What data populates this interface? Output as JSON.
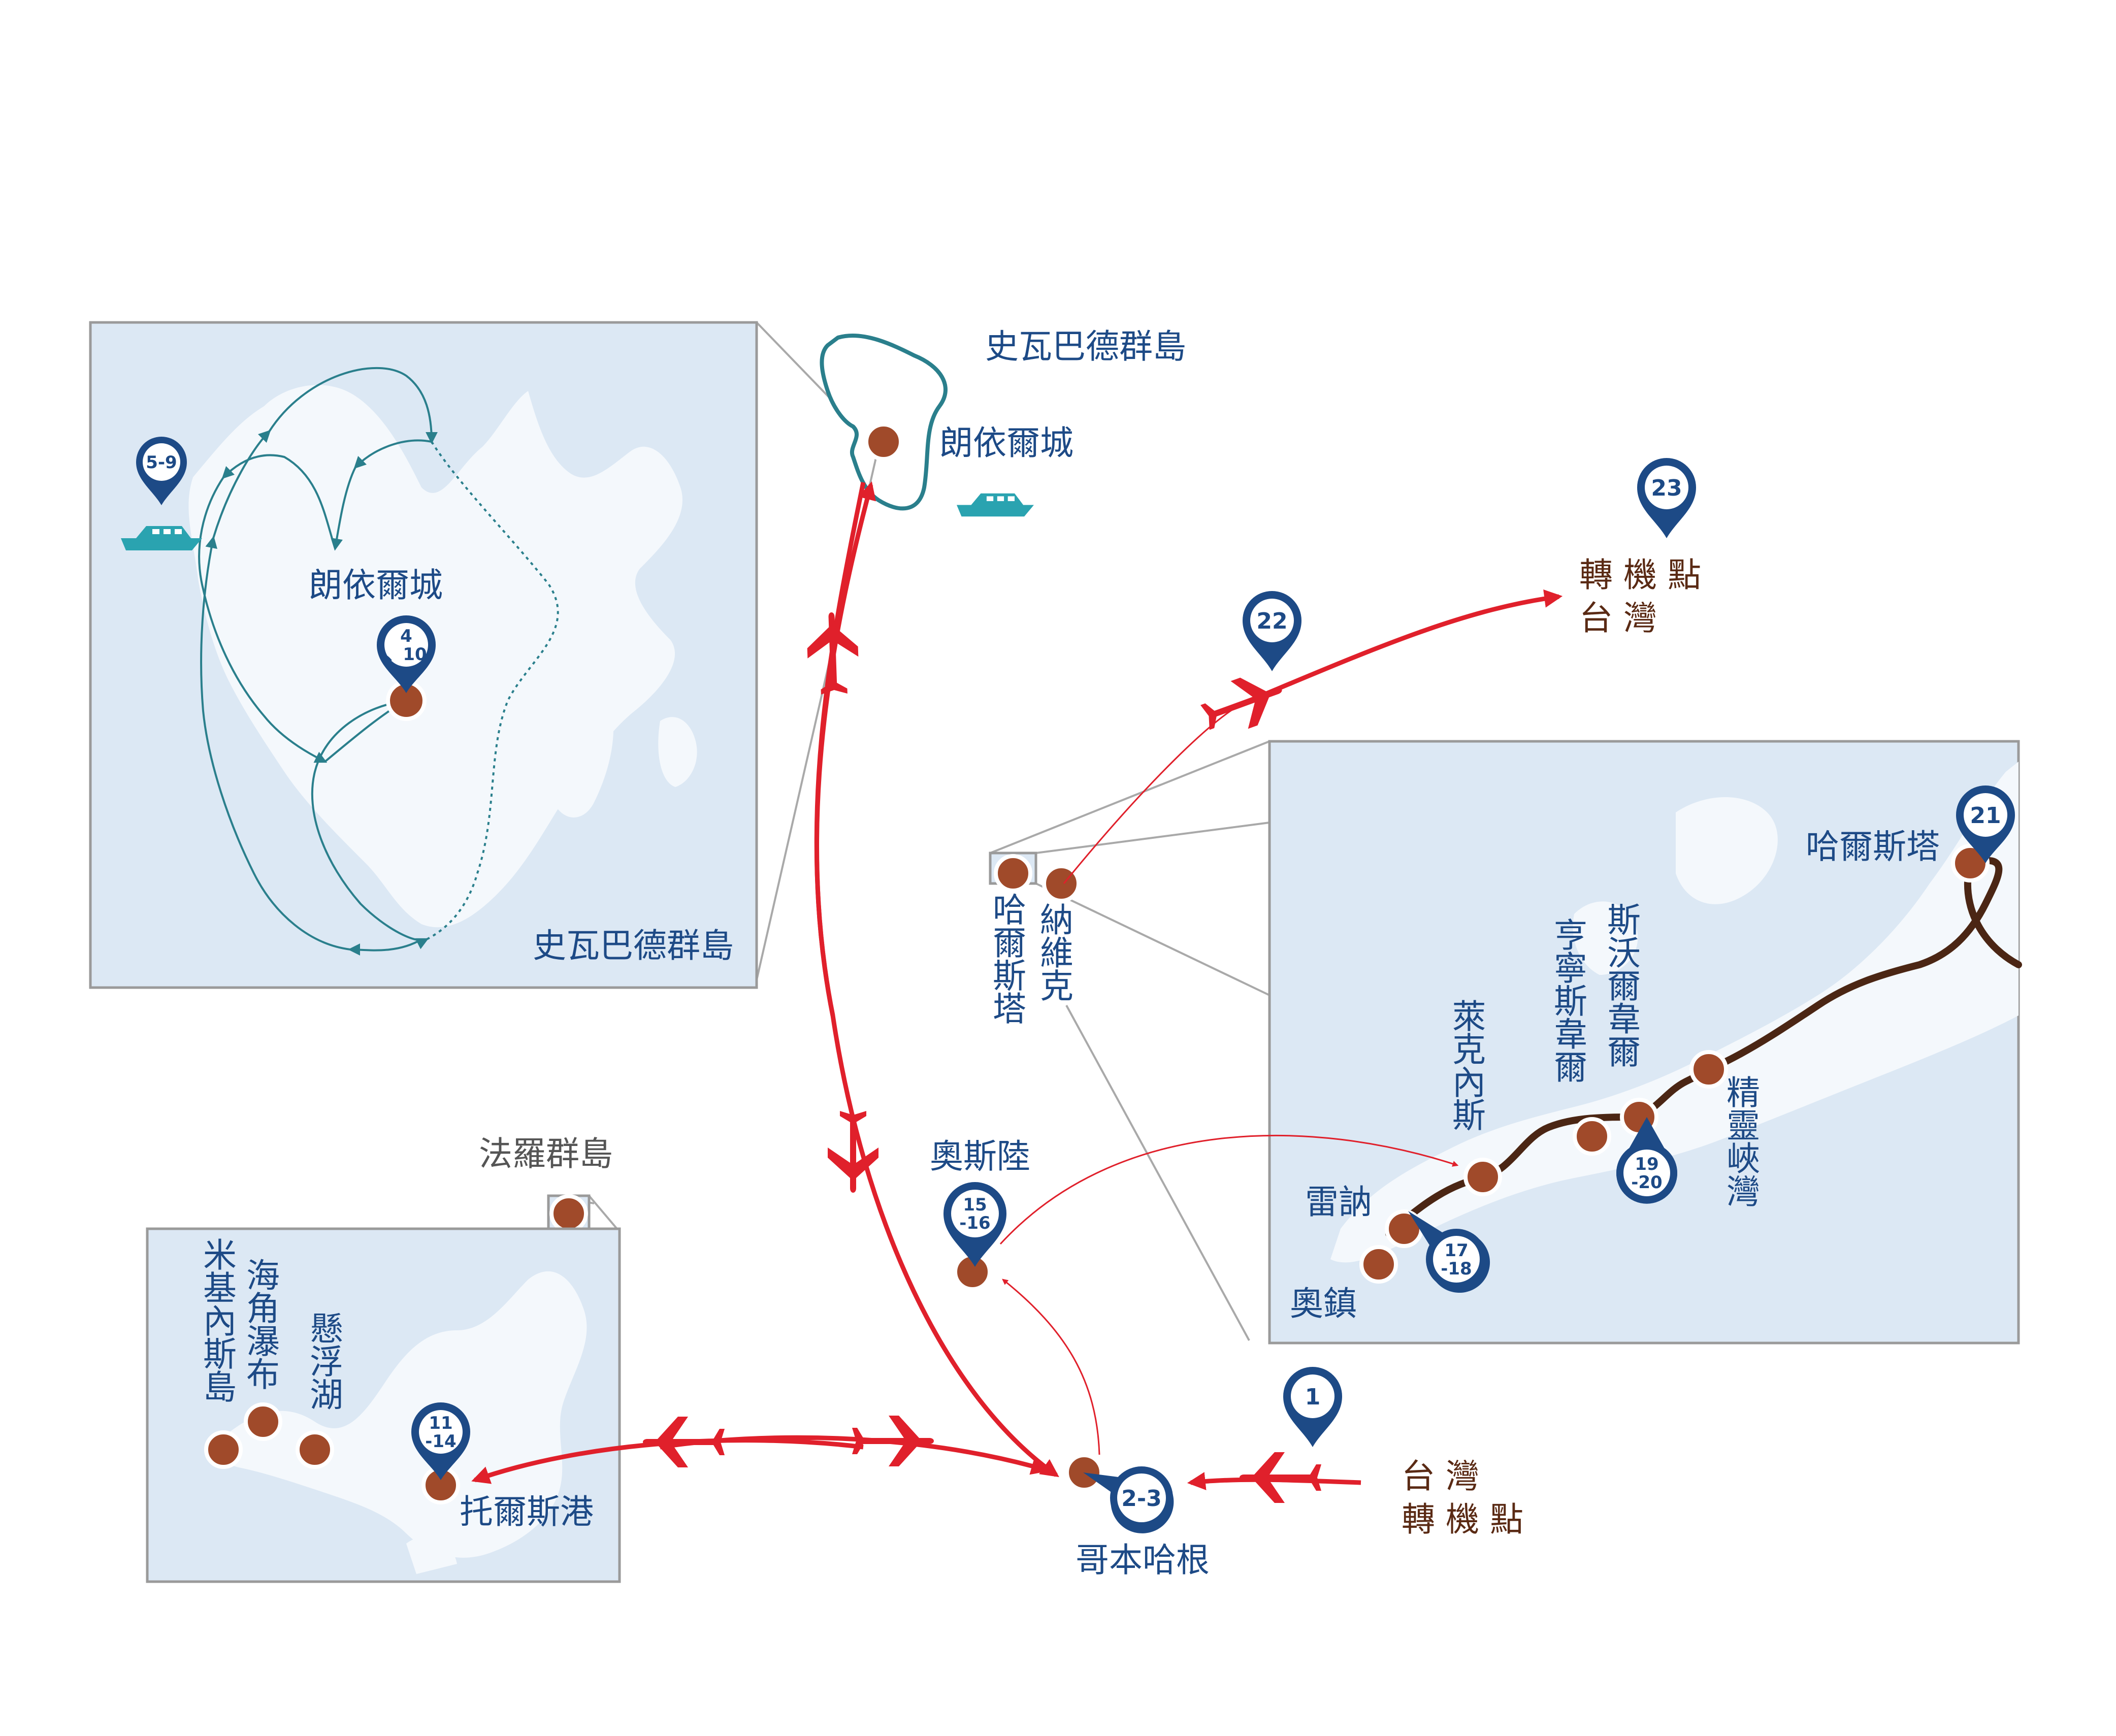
{
  "labels": {
    "svalbard_main": "史瓦巴德群島",
    "svalbard_inset": "史瓦巴德群島",
    "longyearbyen_main": "朗依爾城",
    "longyearbyen_inset": "朗依爾城",
    "faroe": "法羅群島",
    "oslo": "奧斯陸",
    "copenhagen": "哥本哈根",
    "torshavn": "托爾斯港",
    "mykines": [
      "米",
      "基",
      "內",
      "斯",
      "島"
    ],
    "waterfall": [
      "海",
      "角",
      "瀑",
      "布"
    ],
    "floating_lake": [
      "懸",
      "浮",
      "湖"
    ],
    "hammerfest_inset": "哈爾斯塔",
    "hammerfest_main": [
      "哈",
      "爾",
      "斯",
      "塔"
    ],
    "narvik_main": [
      "納",
      "維",
      "克"
    ],
    "laukvik": [
      "萊",
      "克",
      "內",
      "斯"
    ],
    "henningsvaer": [
      "亨",
      "寧",
      "斯",
      "韋",
      "爾"
    ],
    "svolvaer": [
      "斯",
      "沃",
      "爾",
      "韋",
      "爾"
    ],
    "trollfjord": [
      "精",
      "靈",
      "峽",
      "灣"
    ],
    "reine": "雷訥",
    "a_village": "奧鎮",
    "transfer_top": {
      "line1": "轉 機 點",
      "line2": "台     灣"
    },
    "transfer_bottom": {
      "line1": "台     灣",
      "line2": "轉 機 點"
    }
  },
  "pins": {
    "p1": "1",
    "p23": "2-3",
    "p4_10": [
      "4",
      "、10"
    ],
    "p5_9": "5-9",
    "p11_14": [
      "11",
      "-14"
    ],
    "p15_16": [
      "15",
      "-16"
    ],
    "p17_18": [
      "17",
      "-18"
    ],
    "p19_20": [
      "19",
      "-20"
    ],
    "p21": "21",
    "p22": "22",
    "p23b": "23"
  },
  "colors": {
    "flight": "#e0202b",
    "pin": "#1d4a86",
    "city": "#a04a2a",
    "rail": "#4b2614",
    "cruise": "#2a7f8c",
    "inset_sea": "#dce8f4"
  }
}
